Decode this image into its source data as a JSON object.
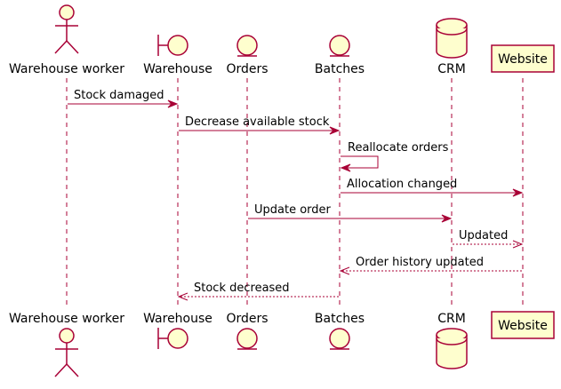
{
  "diagram": {
    "participants": [
      {
        "id": "worker",
        "label": "Warehouse worker",
        "kind": "actor"
      },
      {
        "id": "warehouse",
        "label": "Warehouse",
        "kind": "boundary"
      },
      {
        "id": "orders",
        "label": "Orders",
        "kind": "entity"
      },
      {
        "id": "batches",
        "label": "Batches",
        "kind": "entity"
      },
      {
        "id": "crm",
        "label": "CRM",
        "kind": "database"
      },
      {
        "id": "website",
        "label": "Website",
        "kind": "participant"
      }
    ],
    "messages": [
      {
        "from": "worker",
        "to": "warehouse",
        "label": "Stock damaged",
        "style": "solid"
      },
      {
        "from": "warehouse",
        "to": "batches",
        "label": "Decrease available stock",
        "style": "solid"
      },
      {
        "from": "batches",
        "to": "batches",
        "label": "Reallocate orders",
        "style": "solid"
      },
      {
        "from": "batches",
        "to": "website",
        "label": "Allocation changed",
        "style": "solid"
      },
      {
        "from": "orders",
        "to": "crm",
        "label": "Update order",
        "style": "solid"
      },
      {
        "from": "crm",
        "to": "website",
        "label": "Updated",
        "style": "dashed"
      },
      {
        "from": "website",
        "to": "batches",
        "label": "Order history updated",
        "style": "dashed"
      },
      {
        "from": "batches",
        "to": "warehouse",
        "label": "Stock decreased",
        "style": "dashed"
      }
    ],
    "colors": {
      "line": "#A80036",
      "fill": "#FEFECE",
      "text": "#000000",
      "background": "#FFFFFF"
    }
  }
}
